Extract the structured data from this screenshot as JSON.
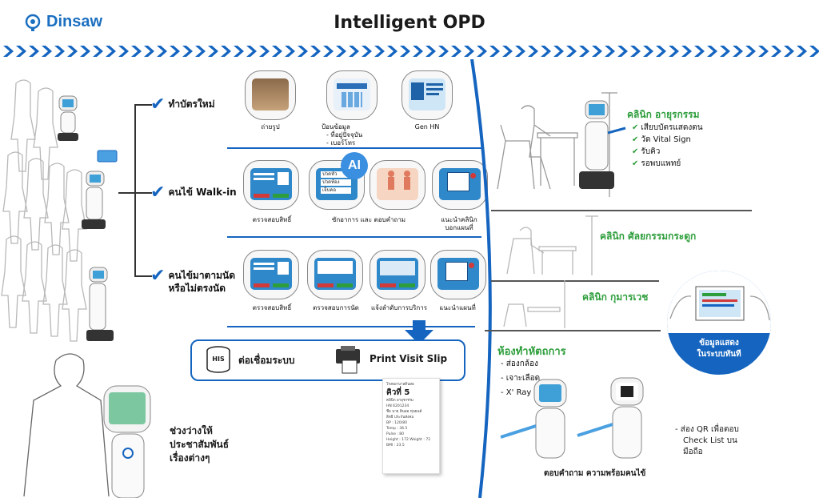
{
  "brand": {
    "name": "Dinsaw",
    "color": "#1b6fc0",
    "icon": "dinsaw-logo-icon"
  },
  "title": "Intelligent OPD",
  "colors": {
    "accent_blue": "#1565c0",
    "clinic_green": "#2e9e3c",
    "check_blue": "#1565c0"
  },
  "rows": [
    {
      "label": "ทำบัตรใหม่",
      "steps": [
        {
          "caption_lines": [
            "ถ่ายรูป"
          ],
          "screen": "photo"
        },
        {
          "caption_lines": [
            "ป้อนข้อมูล",
            "- ที่อยู่ปัจจุบัน",
            "- เบอร์โทร"
          ],
          "screen": "keypad"
        },
        {
          "caption_lines": [
            "Gen HN"
          ],
          "screen": "card"
        }
      ]
    },
    {
      "label": "คนไข้ Walk-in",
      "ai_badge": "AI",
      "steps": [
        {
          "caption_lines": [
            "ตรวจสอบสิทธิ์"
          ],
          "screen": "id-form"
        },
        {
          "caption_lines": [
            "ซักอาการ และ ตอบคำถาม"
          ],
          "screen": "symptom",
          "buttons": [
            "ปวดหัว",
            "ปวดท้อง",
            "เจ็บคอ"
          ]
        },
        {
          "caption_lines": [
            ""
          ],
          "screen": "bodymap"
        },
        {
          "caption_lines": [
            "แนะนำคลินิก",
            "บอกแผนที่"
          ],
          "screen": "map"
        }
      ]
    },
    {
      "label_lines": [
        "คนไข้มาตามนัด",
        "หรือไม่ตรงนัด"
      ],
      "steps": [
        {
          "caption_lines": [
            "ตรวจสอบสิทธิ์"
          ],
          "screen": "id-form"
        },
        {
          "caption_lines": [
            "ตรวจสอบการนัด"
          ],
          "screen": "appointment"
        },
        {
          "caption_lines": [
            "แจ้งลำดับการบริการ"
          ],
          "screen": "queue"
        },
        {
          "caption_lines": [
            "แนะนำแผนที่"
          ],
          "screen": "map"
        }
      ]
    }
  ],
  "his_bar": {
    "his_label": "HIS",
    "connect_label": "ต่อเชื่อมระบบ",
    "print_label": "Print Visit Slip"
  },
  "slip": {
    "header": "โรงพยาบาลดินสอ",
    "queue": "คิวที่ 5",
    "lines": [
      "คลินิก อายุรกรรม",
      "HN 6201234",
      "ชื่อ นาย ดินสอ หุ่นยนต์",
      "สิทธิ์ ประกันสังคม",
      "BP : 120/80",
      "Temp : 36.5",
      "Pulse : 80",
      "Height : 172  Weight : 72",
      "BMI : 23.5"
    ]
  },
  "idle_text_lines": [
    "ช่วงว่างให้",
    "ประชาสัมพันธ์",
    "เรื่องต่างๆ"
  ],
  "clinics": [
    {
      "name": "คลินิก อายุรกรรม",
      "tasks": [
        "เสียบบัตรแสดงตน",
        "วัด Vital Sign",
        "รับคิว",
        "รอพบแพทย์"
      ]
    },
    {
      "name": "คลินิก ศัลยกรรมกระดูก"
    },
    {
      "name": "คลินิก กุมารเวช"
    }
  ],
  "lab": {
    "title": "ห้องทำหัตถการ",
    "items": [
      "- ส่องกล้อง",
      "- เจาะเลือด",
      "- X' Ray"
    ]
  },
  "bubble_text_lines": [
    "ข้อมูลแสดง",
    "ในระบบทันที"
  ],
  "qr_note_lines": [
    "- ส่อง QR เพื่อตอบ",
    "Check List บน",
    "มือถือ"
  ],
  "answer_caption": "ตอบคำถาม ความพร้อมคนไข้"
}
